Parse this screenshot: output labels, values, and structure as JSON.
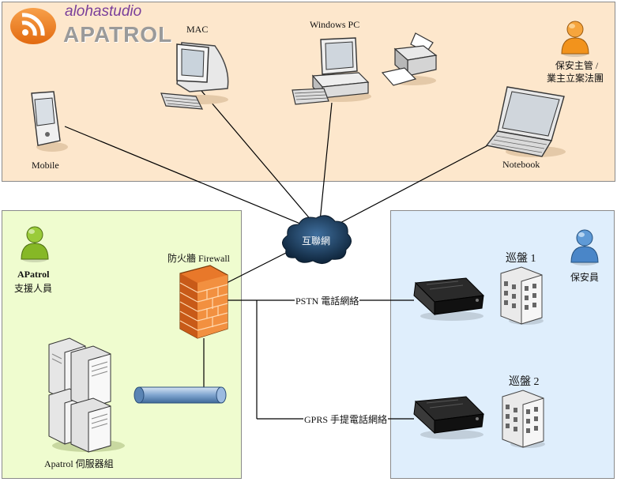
{
  "logo": {
    "tagline": "alohastudio",
    "name": "APATROL",
    "colors": {
      "accent": "#ee7b22",
      "tagline": "#7a3f9a",
      "name": "#9a9a9a"
    }
  },
  "zones": {
    "top": {
      "color": "#fde7cc"
    },
    "left": {
      "color": "#effccf"
    },
    "right": {
      "color": "#dfeefc"
    }
  },
  "devices": {
    "mac": "MAC",
    "windows_pc": "Windows PC",
    "mobile": "Mobile",
    "notebook": "Notebook"
  },
  "people": {
    "manager": {
      "line1": "保安主管 /",
      "line2": "業主立案法團",
      "color": "#f2931c"
    },
    "support": {
      "line1": "APatrol",
      "line2": "支援人員",
      "color": "#86b826"
    },
    "guard": {
      "line1": "保安員",
      "color": "#4a86c8"
    }
  },
  "network": {
    "internet": "互聯網",
    "firewall": "防火牆 Firewall",
    "pstn": "PSTN 電話網絡",
    "gprs": "GPRS 手提電話網絡",
    "servers": "Apatrol 伺服器組"
  },
  "patrol": {
    "unit1": "巡盤 1",
    "unit2": "巡盤 2"
  }
}
